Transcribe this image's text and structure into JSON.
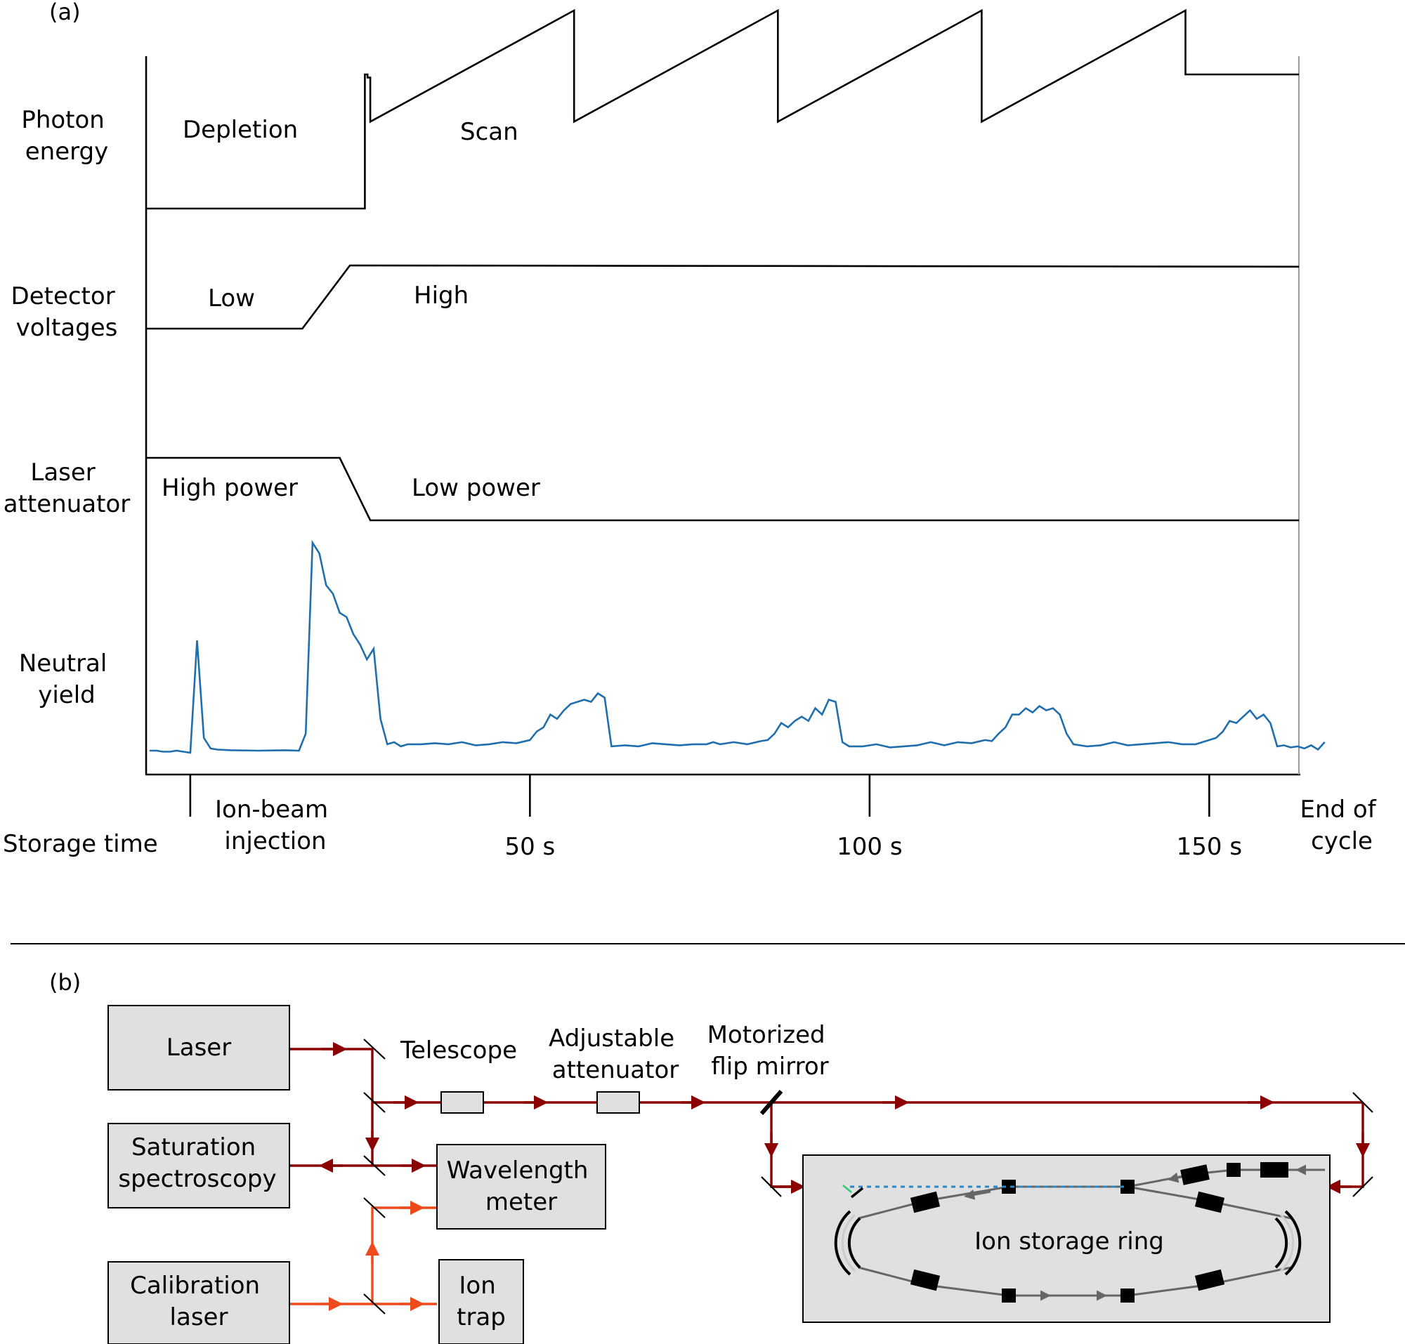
{
  "panel_a": {
    "label": "(a)",
    "rows": {
      "photon_energy": [
        "Photon",
        "energy"
      ],
      "detector_voltages": [
        "Detector",
        "voltages"
      ],
      "laser_attenuator": [
        "Laser",
        "attenuator"
      ],
      "neutral_yield": [
        "Neutral",
        "yield"
      ]
    },
    "phase_labels": {
      "depletion": "Depletion",
      "scan": "Scan",
      "low": "Low",
      "high": "High",
      "high_power": "High power",
      "low_power": "Low power"
    },
    "axis": {
      "storage_time": "Storage time",
      "injection": [
        "Ion-beam",
        "injection"
      ],
      "end_of_cycle": [
        "End of",
        "cycle"
      ]
    }
  },
  "chart_data": {
    "type": "line",
    "xlabel": "Storage time",
    "x_ticks": [
      {
        "value": 0,
        "label": ""
      },
      {
        "value": 50,
        "label": "50 s"
      },
      {
        "value": 100,
        "label": "100 s"
      },
      {
        "value": 150,
        "label": "150 s"
      }
    ],
    "xlim": [
      -6.5,
      163.2
    ],
    "series": [
      {
        "key": "photon_energy",
        "points": [
          [
            -6.5,
            0
          ],
          [
            25.7,
            0
          ],
          [
            25.7,
            0.88
          ],
          [
            26.1,
            0.88
          ],
          [
            26.1,
            0.86
          ],
          [
            26.5,
            0.86
          ],
          [
            26.5,
            0.57
          ],
          [
            56.5,
            1.3
          ],
          [
            56.5,
            0.57
          ],
          [
            86.5,
            1.3
          ],
          [
            86.5,
            0.57
          ],
          [
            116.5,
            1.3
          ],
          [
            116.5,
            0.57
          ],
          [
            146.5,
            1.3
          ],
          [
            146.5,
            0.88
          ],
          [
            163.2,
            0.88
          ]
        ]
      },
      {
        "key": "detector_voltages",
        "points": [
          [
            -6.5,
            0
          ],
          [
            16.5,
            0
          ],
          [
            23.5,
            1
          ],
          [
            163.2,
            0.98
          ]
        ]
      },
      {
        "key": "laser_attenuator",
        "points": [
          [
            -6.5,
            1
          ],
          [
            22,
            1
          ],
          [
            26.5,
            0
          ],
          [
            163.2,
            0
          ]
        ]
      },
      {
        "key": "neutral_yield",
        "points": [
          [
            -6,
            0.02
          ],
          [
            -5,
            0.02
          ],
          [
            -4,
            0.015
          ],
          [
            -3,
            0.015
          ],
          [
            -2,
            0.02
          ],
          [
            -1,
            0.015
          ],
          [
            0,
            0.01
          ],
          [
            1,
            0.54
          ],
          [
            2,
            0.08
          ],
          [
            3,
            0.03
          ],
          [
            4,
            0.025
          ],
          [
            6,
            0.022
          ],
          [
            10,
            0.02
          ],
          [
            14,
            0.022
          ],
          [
            16,
            0.02
          ],
          [
            17,
            0.1
          ],
          [
            18,
            1.0
          ],
          [
            19,
            0.95
          ],
          [
            20,
            0.8
          ],
          [
            21,
            0.76
          ],
          [
            22,
            0.67
          ],
          [
            23,
            0.65
          ],
          [
            24,
            0.57
          ],
          [
            25,
            0.52
          ],
          [
            26,
            0.45
          ],
          [
            27,
            0.5
          ],
          [
            28,
            0.17
          ],
          [
            29,
            0.05
          ],
          [
            30,
            0.06
          ],
          [
            31,
            0.04
          ],
          [
            32,
            0.05
          ],
          [
            34,
            0.05
          ],
          [
            36,
            0.055
          ],
          [
            38,
            0.05
          ],
          [
            40,
            0.06
          ],
          [
            42,
            0.045
          ],
          [
            44,
            0.05
          ],
          [
            46,
            0.06
          ],
          [
            48,
            0.055
          ],
          [
            50,
            0.07
          ],
          [
            51,
            0.11
          ],
          [
            52,
            0.13
          ],
          [
            53,
            0.19
          ],
          [
            54,
            0.17
          ],
          [
            55,
            0.21
          ],
          [
            56,
            0.24
          ],
          [
            57,
            0.25
          ],
          [
            58,
            0.26
          ],
          [
            59,
            0.25
          ],
          [
            60,
            0.29
          ],
          [
            61,
            0.27
          ],
          [
            62,
            0.04
          ],
          [
            64,
            0.045
          ],
          [
            66,
            0.04
          ],
          [
            68,
            0.055
          ],
          [
            70,
            0.05
          ],
          [
            72,
            0.045
          ],
          [
            74,
            0.05
          ],
          [
            76,
            0.05
          ],
          [
            77,
            0.06
          ],
          [
            78,
            0.05
          ],
          [
            80,
            0.06
          ],
          [
            82,
            0.05
          ],
          [
            84,
            0.065
          ],
          [
            85,
            0.07
          ],
          [
            86,
            0.1
          ],
          [
            87,
            0.15
          ],
          [
            88,
            0.13
          ],
          [
            89,
            0.16
          ],
          [
            90,
            0.18
          ],
          [
            91,
            0.16
          ],
          [
            92,
            0.22
          ],
          [
            93,
            0.19
          ],
          [
            94,
            0.26
          ],
          [
            95,
            0.25
          ],
          [
            96,
            0.06
          ],
          [
            97,
            0.04
          ],
          [
            99,
            0.04
          ],
          [
            101,
            0.05
          ],
          [
            103,
            0.035
          ],
          [
            105,
            0.04
          ],
          [
            107,
            0.045
          ],
          [
            109,
            0.06
          ],
          [
            111,
            0.045
          ],
          [
            113,
            0.06
          ],
          [
            115,
            0.055
          ],
          [
            117,
            0.07
          ],
          [
            118,
            0.065
          ],
          [
            119,
            0.1
          ],
          [
            120,
            0.13
          ],
          [
            121,
            0.19
          ],
          [
            122,
            0.19
          ],
          [
            123,
            0.22
          ],
          [
            124,
            0.2
          ],
          [
            125,
            0.23
          ],
          [
            126,
            0.21
          ],
          [
            127,
            0.22
          ],
          [
            128,
            0.19
          ],
          [
            129,
            0.1
          ],
          [
            130,
            0.05
          ],
          [
            132,
            0.04
          ],
          [
            134,
            0.045
          ],
          [
            136,
            0.06
          ],
          [
            138,
            0.045
          ],
          [
            140,
            0.05
          ],
          [
            142,
            0.055
          ],
          [
            144,
            0.06
          ],
          [
            146,
            0.05
          ],
          [
            148,
            0.05
          ],
          [
            149,
            0.06
          ],
          [
            150,
            0.07
          ],
          [
            151,
            0.08
          ],
          [
            152,
            0.11
          ],
          [
            153,
            0.16
          ],
          [
            154,
            0.15
          ],
          [
            155,
            0.18
          ],
          [
            156,
            0.21
          ],
          [
            157,
            0.17
          ],
          [
            158,
            0.19
          ],
          [
            159,
            0.15
          ],
          [
            160,
            0.04
          ],
          [
            161,
            0.045
          ],
          [
            162,
            0.035
          ],
          [
            163,
            0.04
          ],
          [
            164,
            0.03
          ],
          [
            165,
            0.045
          ],
          [
            166,
            0.025
          ],
          [
            167,
            0.06
          ]
        ]
      }
    ]
  },
  "panel_b": {
    "label": "(b)",
    "boxes": {
      "laser": [
        "Laser"
      ],
      "saturation": [
        "Saturation",
        "spectroscopy"
      ],
      "calibration": [
        "Calibration",
        "laser"
      ],
      "wavemeter": [
        "Wavelength",
        "meter"
      ],
      "ion_trap": [
        "Ion",
        "trap"
      ],
      "ring": [
        "Ion storage ring"
      ]
    },
    "components": {
      "telescope": [
        "Telescope"
      ],
      "attenuator": [
        "Adjustable",
        "attenuator"
      ],
      "flip_mirror": [
        "Motorized",
        "flip mirror"
      ]
    },
    "colors": {
      "laser_beam": "#8b0000",
      "calibration_beam": "#ee4a1b",
      "yield_trace": "#1f6ead",
      "box_fill": "#e0e0e0",
      "ion_path": "#666666",
      "overlap_blue": "#2e86c8"
    }
  }
}
